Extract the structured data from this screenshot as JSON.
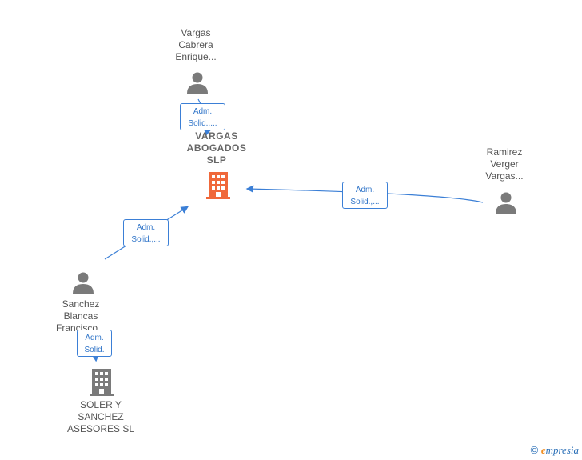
{
  "colors": {
    "edge": "#3b7fd6",
    "person": "#7a7a7a",
    "company_main": "#f0683a",
    "company_other": "#7a7a7a"
  },
  "nodes": {
    "vargas_cabrera": {
      "label": "Vargas\nCabrera\nEnrique...",
      "icon": "person-icon"
    },
    "vargas_abogados": {
      "label": "VARGAS\nABOGADOS\nSLP",
      "icon": "building-icon"
    },
    "ramirez_verger": {
      "label": "Ramirez\nVerger\nVargas...",
      "icon": "person-icon"
    },
    "sanchez_blancas": {
      "label": "Sanchez\nBlancas\nFrancisco...",
      "icon": "person-icon"
    },
    "soler_sanchez": {
      "label": "SOLER Y\nSANCHEZ\nASESORES  SL",
      "icon": "building-icon"
    }
  },
  "edges": [
    {
      "from": "Vargas Cabrera Enrique...",
      "to": "VARGAS ABOGADOS SLP",
      "label": "Adm.\nSolid.,..."
    },
    {
      "from": "Ramirez Verger Vargas...",
      "to": "VARGAS ABOGADOS SLP",
      "label": "Adm.\nSolid.,..."
    },
    {
      "from": "Sanchez Blancas Francisco...",
      "to": "VARGAS ABOGADOS SLP",
      "label": "Adm.\nSolid.,..."
    },
    {
      "from": "Sanchez Blancas Francisco...",
      "to": "SOLER Y SANCHEZ ASESORES  SL",
      "label": "Adm.\nSolid."
    }
  ],
  "footer": {
    "copyright": "©",
    "brand_initial": "e",
    "brand_rest": "mpresia"
  }
}
